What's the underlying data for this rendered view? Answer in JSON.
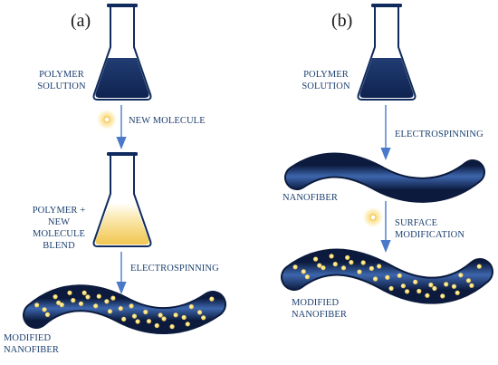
{
  "panel_a": {
    "label": "(a)",
    "polymer_solution": [
      "POLYMER",
      "SOLUTION"
    ],
    "new_molecule": "NEW MOLECULE",
    "blend": [
      "POLYMER +",
      "NEW",
      "MOLECULE",
      "BLEND"
    ],
    "electrospinning": "ELECTROSPINNING",
    "modified_nanofiber": [
      "MODIFIED",
      "NANOFIBER"
    ]
  },
  "panel_b": {
    "label": "(b)",
    "polymer_solution": [
      "POLYMER",
      "SOLUTION"
    ],
    "electrospinning": "ELECTROSPINNING",
    "nanofiber": "NANOFIBER",
    "surface_modification": [
      "SURFACE",
      "MODIFICATION"
    ],
    "modified_nanofiber": [
      "MODIFIED",
      "NANOFIBER"
    ]
  },
  "colors": {
    "flask_outline": "#0f2a5c",
    "flask_liquid": "#16305f",
    "blend_liquid": "#f3d67a",
    "arrow": "#4a79c9",
    "fiber_dark": "#0d1f45",
    "fiber_mid": "#3c63a8",
    "particle": "#f7dc6b",
    "text": "#1c3f70"
  },
  "icons": [
    "erlenmeyer-flask-icon",
    "molecule-glow-icon",
    "down-arrow-icon",
    "nanofiber-icon"
  ]
}
